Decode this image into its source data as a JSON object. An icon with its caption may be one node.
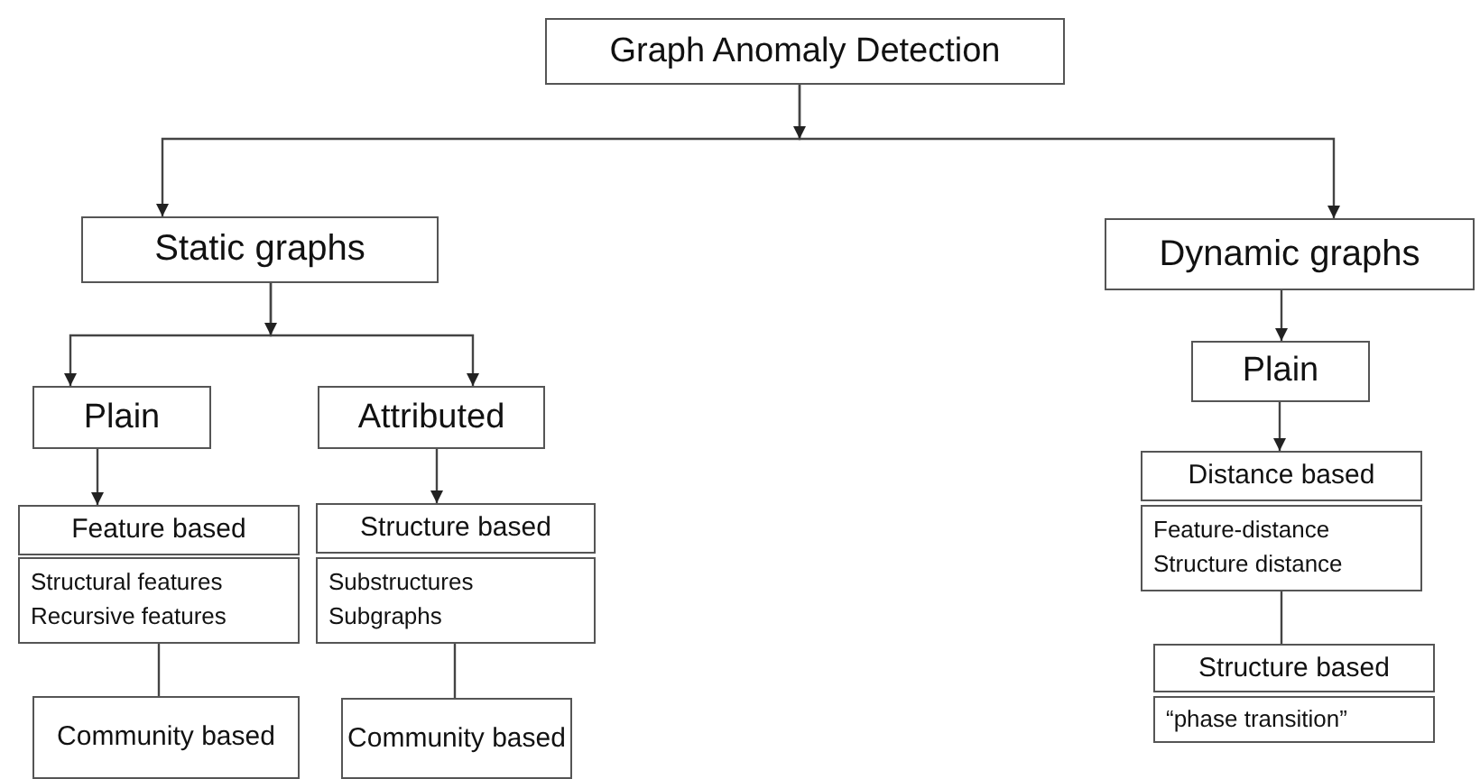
{
  "diagram": {
    "nodes": [
      {
        "text": [
          "Graph Anomaly Detection"
        ]
      },
      {
        "text": [
          "Static graphs"
        ]
      },
      {
        "text": [
          "Dynamic graphs"
        ]
      },
      {
        "text": [
          "Plain"
        ]
      },
      {
        "text": [
          "Attributed"
        ]
      },
      {
        "text": [
          "Feature based"
        ]
      },
      {
        "text": [
          "Structural features",
          "Recursive features"
        ]
      },
      {
        "text": [
          "Community based"
        ]
      },
      {
        "text": [
          "Structure based"
        ]
      },
      {
        "text": [
          "Substructures",
          "Subgraphs"
        ]
      },
      {
        "text": [
          "Community based"
        ]
      },
      {
        "text": [
          "Plain"
        ]
      },
      {
        "text": [
          "Distance based"
        ]
      },
      {
        "text": [
          "Feature-distance",
          "Structure distance"
        ]
      },
      {
        "text": [
          "Structure based"
        ]
      },
      {
        "text": [
          "“phase transition”"
        ]
      }
    ],
    "edges": [
      {
        "from": 0,
        "to": 1,
        "arrow": "to"
      },
      {
        "from": 0,
        "to": 2,
        "arrow": "to"
      },
      {
        "from": 1,
        "to": 3,
        "arrow": "to"
      },
      {
        "from": 1,
        "to": 4,
        "arrow": "to"
      },
      {
        "from": 3,
        "to": 5,
        "arrow": "to"
      },
      {
        "from": 4,
        "to": 8,
        "arrow": "to"
      },
      {
        "from": 6,
        "to": 7,
        "arrow": "none"
      },
      {
        "from": 9,
        "to": 10,
        "arrow": "none"
      },
      {
        "from": 2,
        "to": 11,
        "arrow": "to"
      },
      {
        "from": 11,
        "to": 12,
        "arrow": "to"
      },
      {
        "from": 13,
        "to": 14,
        "arrow": "none"
      }
    ]
  }
}
